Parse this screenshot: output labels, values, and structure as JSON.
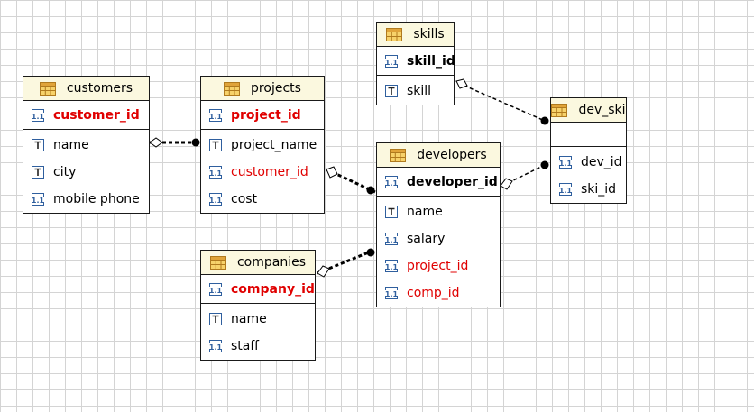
{
  "entities": {
    "customers": {
      "name": "customers",
      "pk": {
        "label": "customer_id",
        "type": "numeric-icon",
        "color": "#e00000"
      },
      "fields": [
        {
          "label": "name",
          "type": "text-icon"
        },
        {
          "label": "city",
          "type": "text-icon"
        },
        {
          "label": "mobile phone",
          "type": "numeric-icon"
        }
      ]
    },
    "projects": {
      "name": "projects",
      "pk": {
        "label": "project_id",
        "type": "numeric-icon",
        "color": "#e00000"
      },
      "fields": [
        {
          "label": "project_name",
          "type": "text-icon"
        },
        {
          "label": "customer_id",
          "type": "numeric-icon",
          "fk": true
        },
        {
          "label": "cost",
          "type": "numeric-icon"
        }
      ]
    },
    "skills": {
      "name": "skills",
      "pk": {
        "label": "skill_id",
        "type": "numeric-icon",
        "color": "#000000"
      },
      "fields": [
        {
          "label": "skill",
          "type": "text-icon"
        }
      ]
    },
    "dev_ski": {
      "name": "dev_ski",
      "fields": [
        {
          "label": "dev_id",
          "type": "numeric-icon"
        },
        {
          "label": "ski_id",
          "type": "numeric-icon"
        }
      ]
    },
    "developers": {
      "name": "developers",
      "pk": {
        "label": "developer_id",
        "type": "numeric-icon",
        "color": "#000000"
      },
      "fields": [
        {
          "label": "name",
          "type": "text-icon"
        },
        {
          "label": "salary",
          "type": "numeric-icon"
        },
        {
          "label": "project_id",
          "type": "numeric-icon",
          "fk": true
        },
        {
          "label": "comp_id",
          "type": "numeric-icon",
          "fk": true
        }
      ]
    },
    "companies": {
      "name": "companies",
      "pk": {
        "label": "company_id",
        "type": "numeric-icon",
        "color": "#e00000"
      },
      "fields": [
        {
          "label": "name",
          "type": "text-icon"
        },
        {
          "label": "staff",
          "type": "numeric-icon"
        }
      ]
    }
  },
  "colors": {
    "header_bg": "#fbf8df",
    "fk_text": "#e00000",
    "grid": "#d4d4d4",
    "icon_blue": "#2f5f9e"
  }
}
